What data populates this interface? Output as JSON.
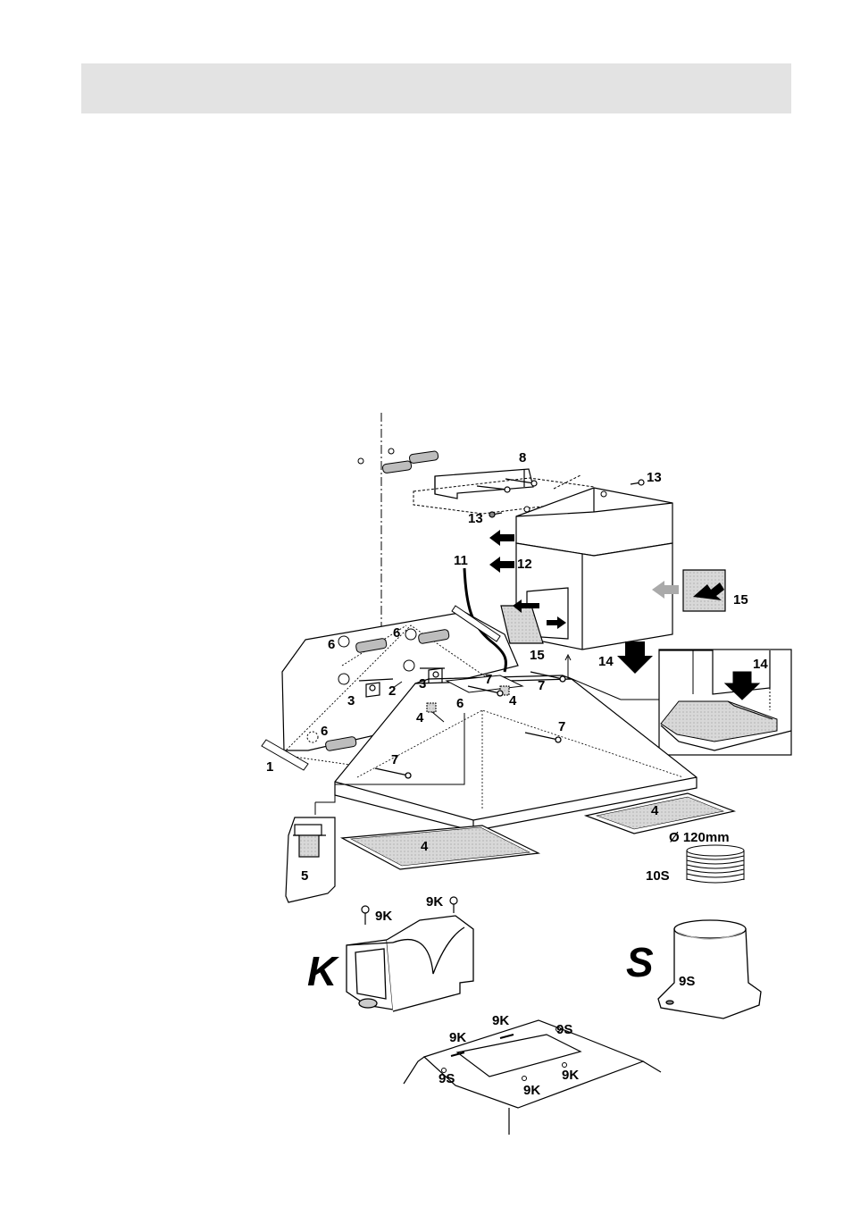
{
  "page": {
    "header_band_text": ""
  },
  "diagram": {
    "callouts": {
      "c1": "1",
      "c2": "2",
      "c3a": "3",
      "c3b": "3",
      "c4a": "4",
      "c4b": "4",
      "c4c": "4",
      "c4d": "4",
      "c5": "5",
      "c6a": "6",
      "c6b": "6",
      "c6c": "6",
      "c6d": "6",
      "c7a": "7",
      "c7b": "7",
      "c7c": "7",
      "c7d": "7",
      "c8": "8",
      "c9k_top1": "9K",
      "c9k_top2": "9K",
      "c9s_adapter": "9S",
      "c9k_b1": "9K",
      "c9k_b2": "9K",
      "c9k_b3": "9K",
      "c9k_b4": "9K",
      "c9s_b1": "9S",
      "c9s_b2": "9S",
      "c10s": "10S",
      "c11": "11",
      "c12": "12",
      "c13a": "13",
      "c13b": "13",
      "c14a": "14",
      "c14b": "14",
      "c15a": "15",
      "c15b": "15"
    },
    "diameter_label": "Ø 120mm",
    "variant_k": "K",
    "variant_s": "S"
  }
}
